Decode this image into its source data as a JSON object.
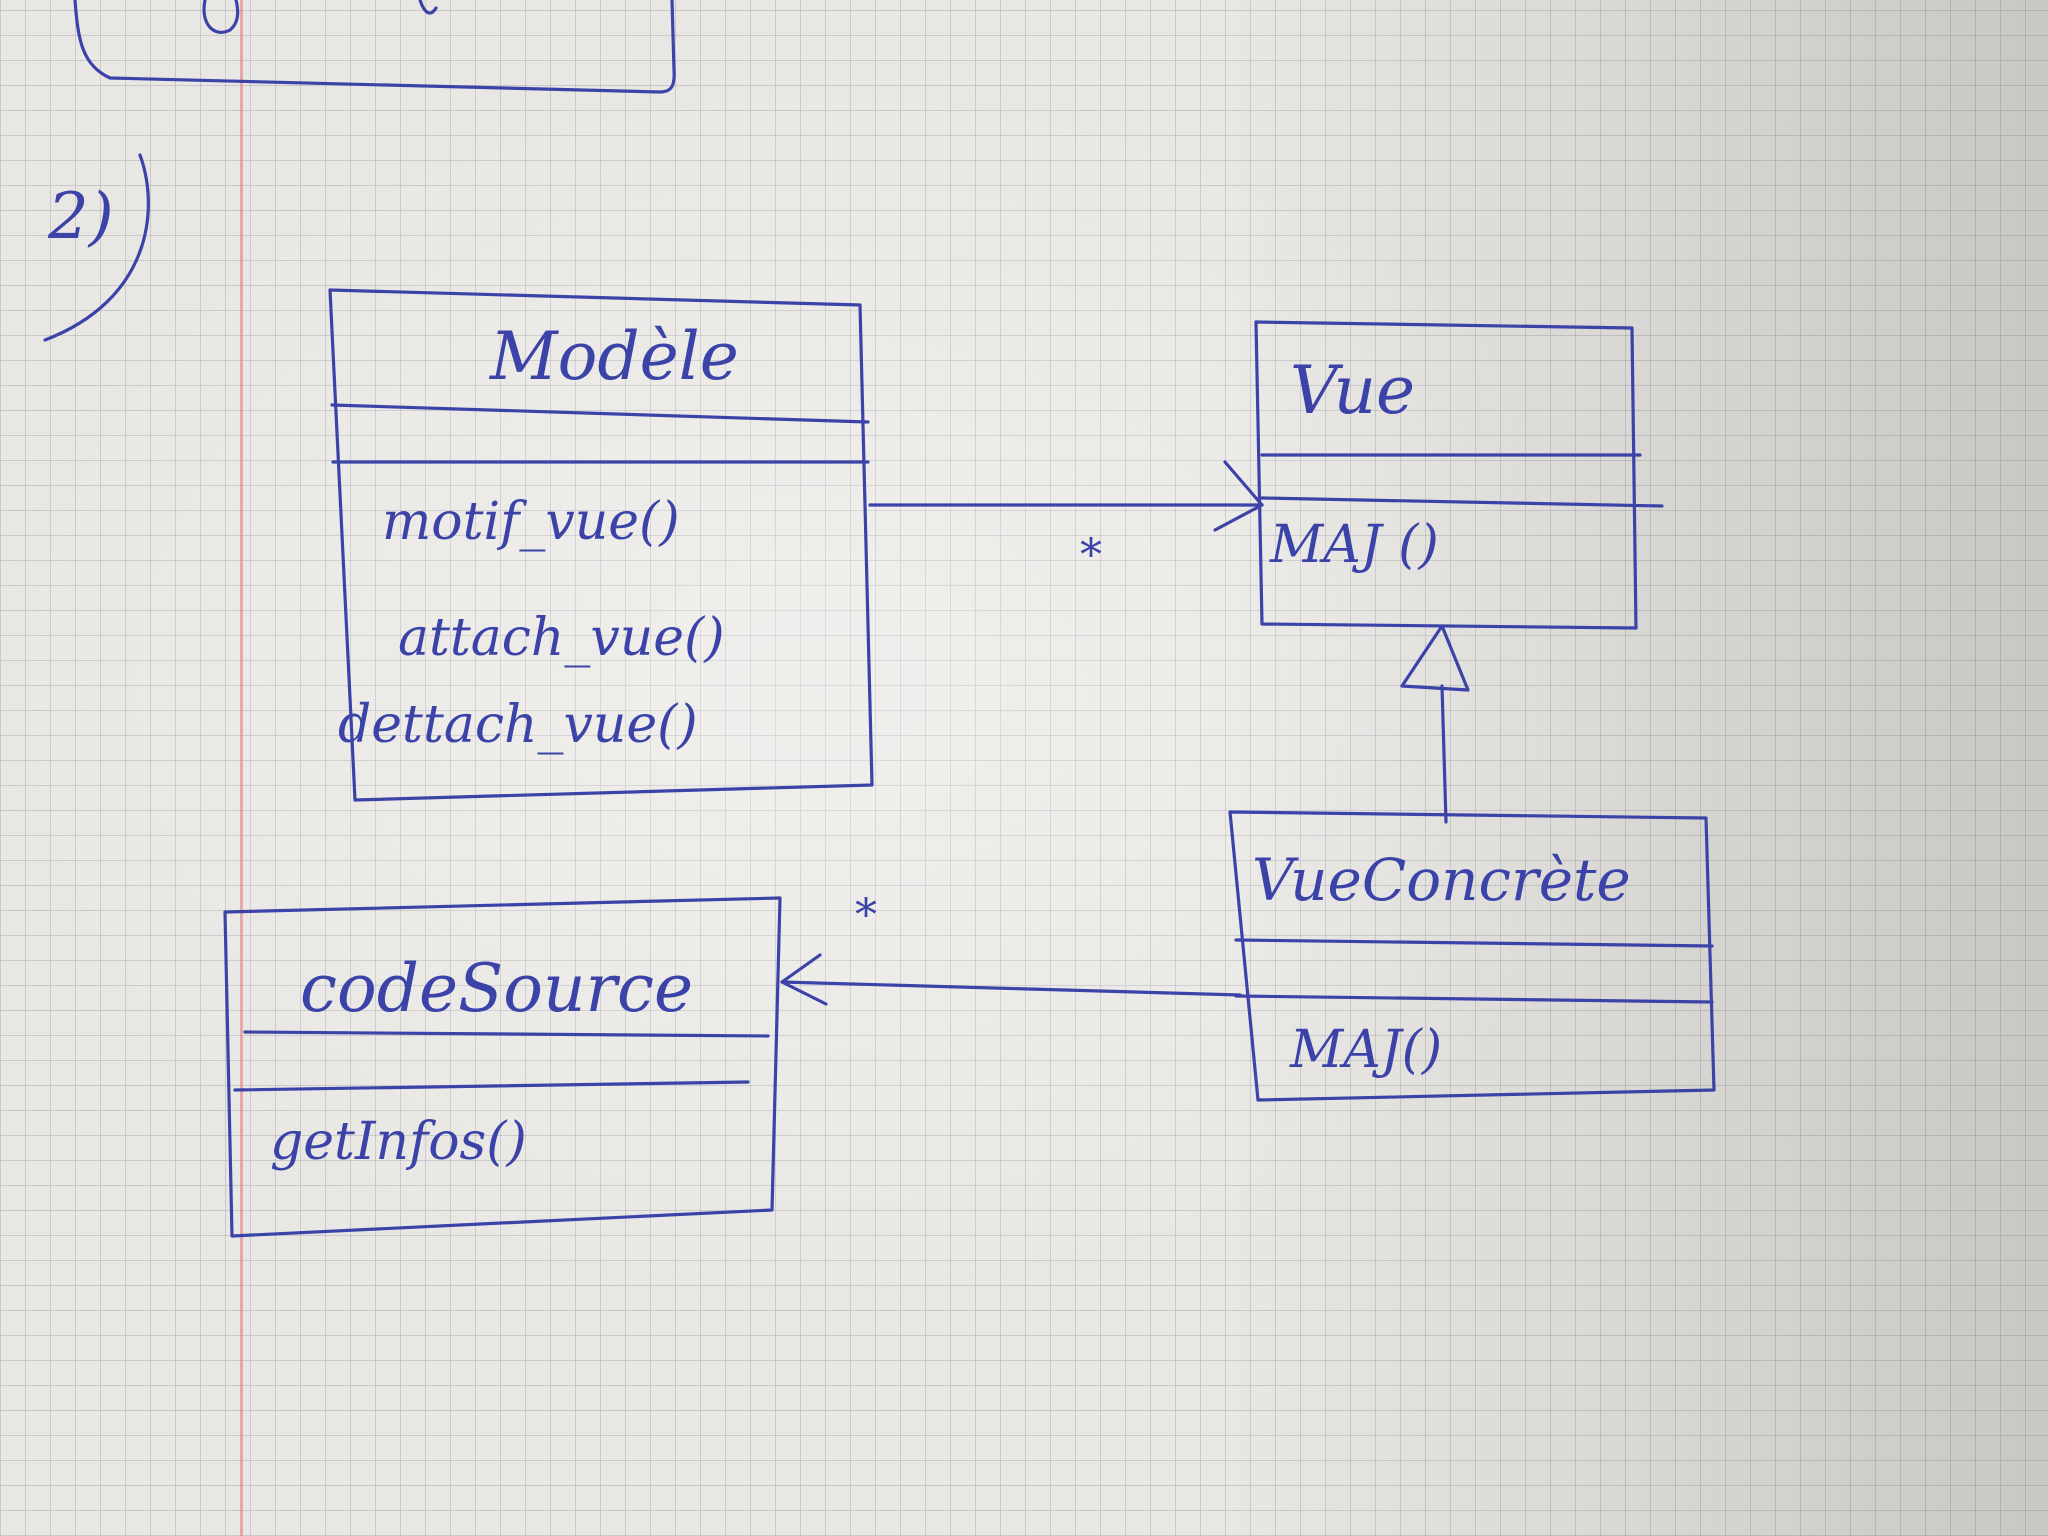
{
  "question_number": "2)",
  "classes": [
    {
      "id": "modele",
      "name": "Modèle",
      "attributes": [],
      "operations": [
        "motif_vue()",
        "attach_vue()",
        "dettach_vue()"
      ]
    },
    {
      "id": "vue",
      "name": "Vue",
      "attributes": [],
      "operations": [
        "MAJ ()"
      ]
    },
    {
      "id": "vueconcrete",
      "name": "VueConcrète",
      "attributes": [],
      "operations": [
        "MAJ()"
      ]
    },
    {
      "id": "codesource",
      "name": "codeSource",
      "attributes": [],
      "operations": [
        "getInfos()"
      ]
    }
  ],
  "relations": [
    {
      "type": "association",
      "from": "Modèle",
      "to": "Vue",
      "navigable_to": "Vue",
      "multiplicity": "*"
    },
    {
      "type": "generalization",
      "from": "VueConcrète",
      "to": "Vue"
    },
    {
      "type": "association",
      "from": "VueConcrète",
      "to": "codeSource",
      "navigable_to": "codeSource",
      "multiplicity": "*"
    }
  ],
  "colors": {
    "ink": "#3b43a8",
    "paper": "#e9e7e3",
    "grid": "#8c8ca8",
    "margin": "#dc7878"
  }
}
